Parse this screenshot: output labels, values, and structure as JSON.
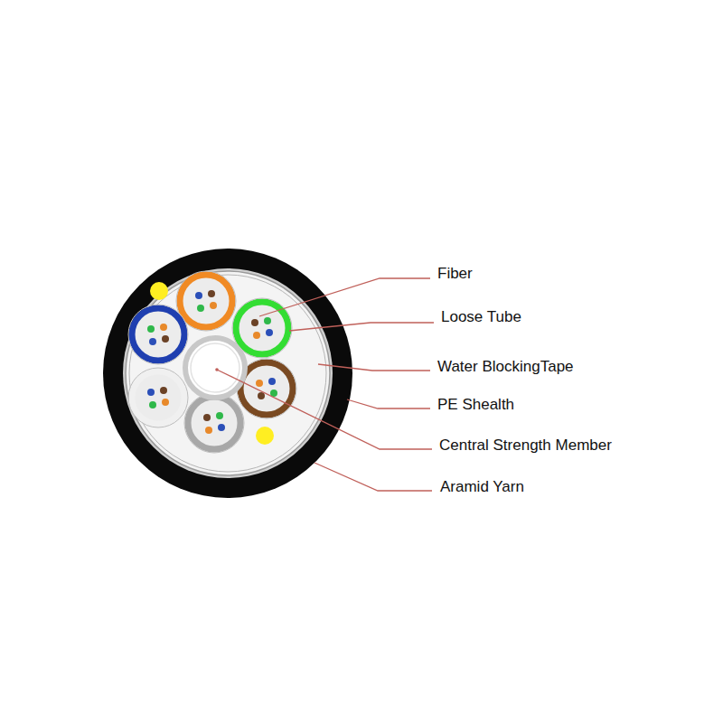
{
  "diagram": {
    "labels": [
      "Fiber",
      "Loose Tube",
      "Water BlockingTape",
      "PE Shealth",
      "Central Strength Member",
      "Aramid Yarn"
    ]
  }
}
